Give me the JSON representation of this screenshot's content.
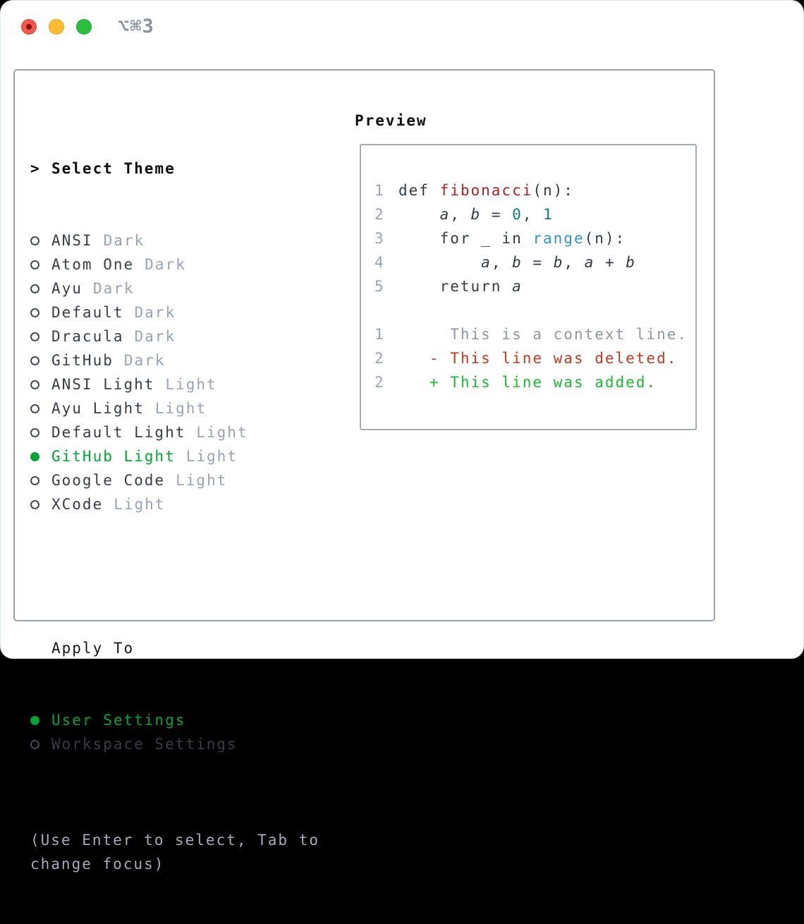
{
  "window": {
    "title": "⌥⌘3",
    "traffic_lights": [
      "close",
      "minimize",
      "zoom"
    ]
  },
  "theme_picker": {
    "heading_prefix": ">",
    "heading": "Select Theme",
    "items": [
      {
        "label": "ANSI",
        "tag": "Dark",
        "selected": false
      },
      {
        "label": "Atom One",
        "tag": "Dark",
        "selected": false
      },
      {
        "label": "Ayu",
        "tag": "Dark",
        "selected": false
      },
      {
        "label": "Default",
        "tag": "Dark",
        "selected": false
      },
      {
        "label": "Dracula",
        "tag": "Dark",
        "selected": false
      },
      {
        "label": "GitHub",
        "tag": "Dark",
        "selected": false
      },
      {
        "label": "ANSI Light",
        "tag": "Light",
        "selected": false
      },
      {
        "label": "Ayu Light",
        "tag": "Light",
        "selected": false
      },
      {
        "label": "Default Light",
        "tag": "Light",
        "selected": false
      },
      {
        "label": "GitHub Light",
        "tag": "Light",
        "selected": true
      },
      {
        "label": "Google Code",
        "tag": "Light",
        "selected": false
      },
      {
        "label": "XCode",
        "tag": "Light",
        "selected": false
      }
    ],
    "apply_to": {
      "heading": "Apply To",
      "items": [
        {
          "label": "User Settings",
          "selected": true
        },
        {
          "label": "Workspace Settings",
          "selected": false
        }
      ]
    },
    "hint": "(Use Enter to select, Tab to change focus)"
  },
  "preview": {
    "heading": "Preview",
    "code_lines": [
      {
        "number": "1",
        "segments": [
          {
            "text": "def ",
            "token": "fg"
          },
          {
            "text": "fibonacci",
            "token": "func"
          },
          {
            "text": "(n):",
            "token": "fg"
          }
        ]
      },
      {
        "number": "2",
        "segments": [
          {
            "text": "    ",
            "token": "fg"
          },
          {
            "text": "a",
            "token": "var"
          },
          {
            "text": ", ",
            "token": "fg"
          },
          {
            "text": "b",
            "token": "var"
          },
          {
            "text": " = ",
            "token": "fg"
          },
          {
            "text": "0",
            "token": "num"
          },
          {
            "text": ", ",
            "token": "fg"
          },
          {
            "text": "1",
            "token": "num"
          }
        ]
      },
      {
        "number": "3",
        "segments": [
          {
            "text": "    for _ in ",
            "token": "fg"
          },
          {
            "text": "range",
            "token": "call"
          },
          {
            "text": "(n):",
            "token": "fg"
          }
        ]
      },
      {
        "number": "4",
        "segments": [
          {
            "text": "        ",
            "token": "fg"
          },
          {
            "text": "a",
            "token": "var"
          },
          {
            "text": ", ",
            "token": "fg"
          },
          {
            "text": "b",
            "token": "var"
          },
          {
            "text": " = ",
            "token": "fg"
          },
          {
            "text": "b",
            "token": "var"
          },
          {
            "text": ", ",
            "token": "fg"
          },
          {
            "text": "a",
            "token": "var"
          },
          {
            "text": " + ",
            "token": "fg"
          },
          {
            "text": "b",
            "token": "var"
          }
        ]
      },
      {
        "number": "5",
        "segments": [
          {
            "text": "    return ",
            "token": "fg"
          },
          {
            "text": "a",
            "token": "var"
          }
        ]
      }
    ],
    "diff_lines": [
      {
        "number": "1",
        "text": "     This is a context line.",
        "kind": "context"
      },
      {
        "number": "2",
        "text": "   - This line was deleted.",
        "kind": "deleted"
      },
      {
        "number": "2",
        "text": "   + This line was added.",
        "kind": "added"
      }
    ]
  },
  "colors": {
    "selection_green": "#00a436",
    "added_green": "#1bbb31",
    "deleted_red": "#c43a22",
    "function_red": "#b12025",
    "number_teal": "#0c7e81",
    "call_blue": "#2e95cd",
    "muted_gray": "#99a3b1",
    "panel_border": "#99a2ae"
  }
}
